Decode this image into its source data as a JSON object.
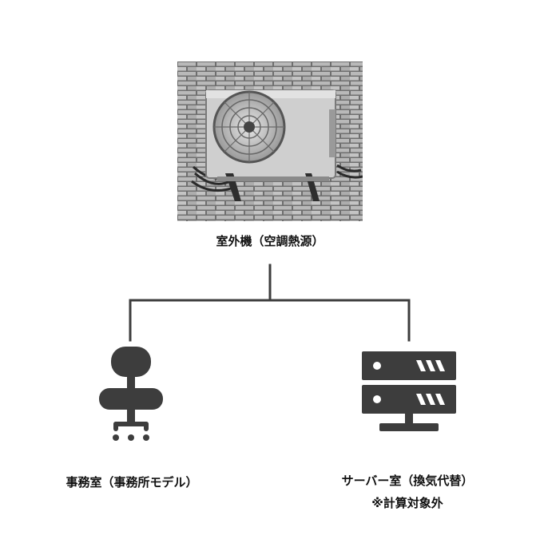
{
  "nodes": {
    "outdoor_unit": {
      "label": "室外機（空調熱源）",
      "image": "air-conditioner-outdoor-unit-photo"
    },
    "office": {
      "label": "事務室（事務所モデル）",
      "icon": "office-chair-icon"
    },
    "server_room": {
      "label": "サーバー室（換気代替）",
      "note": "※計算対象外",
      "icon": "server-rack-icon"
    }
  },
  "colors": {
    "line": "#3d3d3d",
    "icon": "#3d3d3d"
  }
}
